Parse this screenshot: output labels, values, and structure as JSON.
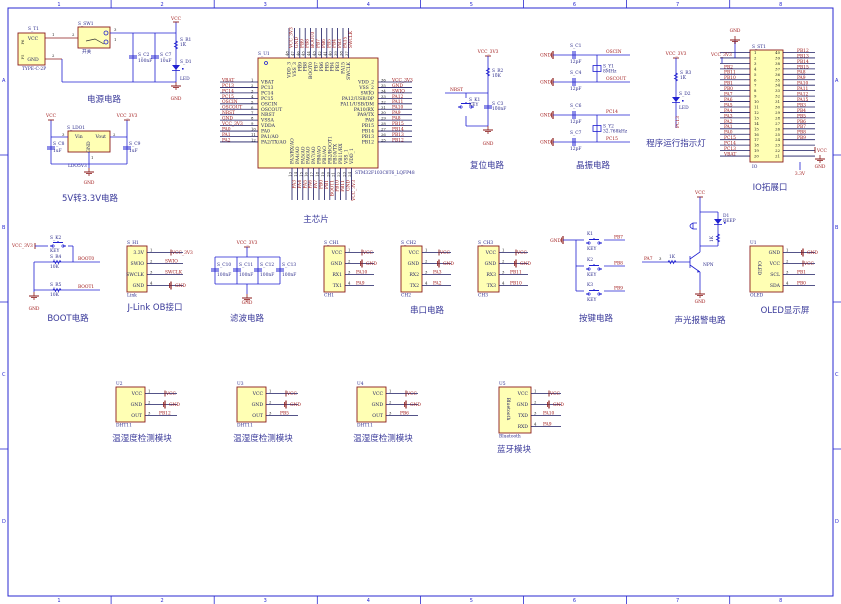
{
  "sheet": {
    "cols": [
      "1",
      "2",
      "3",
      "4",
      "5",
      "6",
      "7",
      "8"
    ],
    "rows": [
      "A",
      "B",
      "C",
      "D"
    ],
    "wire_color": "#1f1fd0",
    "part_color": "#8b1a1a",
    "part_fill": "#ffffb4",
    "net_color": "#a01818"
  },
  "power": {
    "title": "电源电路",
    "t1": {
      "ref": "S_T1",
      "part": "TYPE-C-2P",
      "pins": [
        "VCC",
        "GND"
      ],
      "side": [
        "P6",
        "P5"
      ],
      "nums": [
        "1",
        "2"
      ]
    },
    "sw1": {
      "ref": "S_SW1",
      "part": "开关",
      "nums": [
        "2",
        "3",
        "1"
      ]
    },
    "c2": {
      "ref": "S_C2",
      "value": "100nF"
    },
    "c7": {
      "ref": "S_C7",
      "value": "10uF"
    },
    "r1": {
      "ref": "S_R1",
      "value": "1K"
    },
    "d1": {
      "ref": "S_D1",
      "value": "LED"
    },
    "vcc": "VCC",
    "gnd": "GND"
  },
  "ldo": {
    "title": "5V转3.3V电路",
    "ref": "S_LDO1",
    "part": "LDO5V3",
    "pins": [
      "Vin",
      "Vout",
      "GND"
    ],
    "nums": [
      "3",
      "2",
      "1"
    ],
    "c8": {
      "ref": "S_C8",
      "value": "1uF"
    },
    "c9": {
      "ref": "S_C9",
      "value": "1uF"
    },
    "vin_net": "VCC",
    "vout_net": "VCC_3V3",
    "gnd": "GND"
  },
  "mcu": {
    "title": "主芯片",
    "ref": "S_U1",
    "part": "STM32F103C8T6_LQFP48",
    "left": [
      {
        "num": "1",
        "name": "VBAT",
        "net": "VBAT"
      },
      {
        "num": "2",
        "name": "PC13",
        "net": "PC13"
      },
      {
        "num": "3",
        "name": "PC14",
        "net": "PC14"
      },
      {
        "num": "4",
        "name": "PC15",
        "net": "PC15"
      },
      {
        "num": "5",
        "name": "OSCIN",
        "net": "OSCIN"
      },
      {
        "num": "6",
        "name": "OSCOUT",
        "net": "OSCOUT"
      },
      {
        "num": "7",
        "name": "NRST",
        "net": "NRST"
      },
      {
        "num": "8",
        "name": "VSSA",
        "net": "GND"
      },
      {
        "num": "9",
        "name": "VDDA",
        "net": "VCC_3V3"
      },
      {
        "num": "10",
        "name": "PA0",
        "net": "PA0"
      },
      {
        "num": "11",
        "name": "PA1/AO",
        "net": "PA1"
      },
      {
        "num": "12",
        "name": "PA2/TX/AO",
        "net": "PA2"
      }
    ],
    "right": [
      {
        "num": "36",
        "name": "VDD_2",
        "net": "VCC_3V3"
      },
      {
        "num": "35",
        "name": "VSS_2",
        "net": "GND"
      },
      {
        "num": "34",
        "name": "SWIO",
        "net": "SWIO"
      },
      {
        "num": "33",
        "name": "PA12/USB/DP",
        "net": "PA12"
      },
      {
        "num": "32",
        "name": "PA11/USB/DM",
        "net": "PA11"
      },
      {
        "num": "31",
        "name": "PA10/RX",
        "net": "PA10"
      },
      {
        "num": "30",
        "name": "PA9/TX",
        "net": "PA9"
      },
      {
        "num": "29",
        "name": "PA8",
        "net": "PA8"
      },
      {
        "num": "28",
        "name": "PB15",
        "net": "PB15"
      },
      {
        "num": "27",
        "name": "PB14",
        "net": "PB14"
      },
      {
        "num": "26",
        "name": "PB13",
        "net": "PB13"
      },
      {
        "num": "25",
        "name": "PB12",
        "net": "PB12"
      }
    ],
    "top": [
      {
        "num": "48",
        "name": "VDD_3",
        "net": "VCC_3V3"
      },
      {
        "num": "47",
        "name": "VSS_3",
        "net": "GND"
      },
      {
        "num": "46",
        "name": "PB9",
        "net": "PB9"
      },
      {
        "num": "45",
        "name": "PB8",
        "net": "PB8"
      },
      {
        "num": "44",
        "name": "BOOT0",
        "net": "BOOT0"
      },
      {
        "num": "43",
        "name": "PB7",
        "net": "PB7"
      },
      {
        "num": "42",
        "name": "PB6",
        "net": "PB6"
      },
      {
        "num": "41",
        "name": "PB5",
        "net": "PB5"
      },
      {
        "num": "40",
        "name": "PB4",
        "net": "PB4"
      },
      {
        "num": "39",
        "name": "PB3",
        "net": "PB3"
      },
      {
        "num": "38",
        "name": "PA15",
        "net": "PA15"
      },
      {
        "num": "37",
        "name": "SWCLK",
        "net": "SWCLK"
      }
    ],
    "bottom": [
      {
        "num": "13",
        "name": "PA3/RX/AO",
        "net": "PA3"
      },
      {
        "num": "14",
        "name": "PA4/AO",
        "net": "PA4"
      },
      {
        "num": "15",
        "name": "PA5/AO",
        "net": "PA5"
      },
      {
        "num": "16",
        "name": "PA6/AO",
        "net": "PA6"
      },
      {
        "num": "17",
        "name": "PA7/AO",
        "net": "PA7"
      },
      {
        "num": "18",
        "name": "PB0/AO",
        "net": "PB0"
      },
      {
        "num": "19",
        "name": "PB1/AO",
        "net": "PB1"
      },
      {
        "num": "20",
        "name": "PB2/BOOT1",
        "net": "BOOT1"
      },
      {
        "num": "21",
        "name": "PB10/TX",
        "net": "PB10"
      },
      {
        "num": "22",
        "name": "PB11/RX",
        "net": "PB11"
      },
      {
        "num": "23",
        "name": "VSS_1",
        "net": "GND"
      },
      {
        "num": "24",
        "name": "VDD_1",
        "net": "VCC_3V3"
      }
    ]
  },
  "reset": {
    "title": "复位电路",
    "vcc": "VCC_3V3",
    "gnd": "GND",
    "net": "NRST",
    "r2": {
      "ref": "S_R2",
      "value": "10K"
    },
    "k1": {
      "ref": "S_K1",
      "value": "KEY"
    },
    "c3": {
      "ref": "S_C3",
      "value": "100nF"
    }
  },
  "crystal": {
    "title": "晶振电路",
    "gnd": "GND",
    "caps": [
      {
        "ref": "S_C1",
        "value": "12pF",
        "net": "OSCIN"
      },
      {
        "ref": "S_C4",
        "value": "12pF",
        "net": "OSCOUT"
      },
      {
        "ref": "S_C6",
        "value": "12pF",
        "net": "PC14"
      },
      {
        "ref": "S_C7",
        "value": "12pF",
        "net": "PC15"
      }
    ],
    "y1": {
      "ref": "S_Y1",
      "value": "8MHz"
    },
    "y2": {
      "ref": "S_Y2",
      "value": "32.768kHz"
    }
  },
  "run_led": {
    "title": "程序运行指示灯",
    "vcc": "VCC_3V3",
    "r3": {
      "ref": "S_R3",
      "value": "1K"
    },
    "d2": {
      "ref": "S_D2",
      "value": "LED"
    },
    "net": "PC13"
  },
  "io": {
    "title": "IO拓展口",
    "ref": "S_ST1",
    "part": "IO",
    "gnd": "GND",
    "vcc3": "VCC_3V3",
    "vcc": "VCC",
    "v33": "3.3V",
    "left_nets": [
      "",
      "",
      "",
      "PB2",
      "PB11",
      "PB10",
      "PB1",
      "PB0",
      "PA7",
      "PA6",
      "PA5",
      "PA4",
      "PA3",
      "PA2",
      "PA1",
      "PA0",
      "PC15",
      "PC14",
      "PC13",
      "VBAT"
    ],
    "right_nets": [
      "PB12",
      "PB13",
      "PB14",
      "PB15",
      "PA8",
      "PA9",
      "PA10",
      "PA11",
      "PA12",
      "PA15",
      "PB3",
      "PB4",
      "PB5",
      "PB6",
      "PB7",
      "PB8",
      "PB9",
      "",
      "",
      ""
    ]
  },
  "boot": {
    "title": "BOOT电路",
    "vcc": "VCC_3V3",
    "gnd": "GND",
    "k2": {
      "ref": "S_K2",
      "value": "KEY"
    },
    "r4": {
      "ref": "S_R4",
      "value": "10K",
      "net": "BOOT0"
    },
    "r5": {
      "ref": "S_R5",
      "value": "10K",
      "net": "BOOT1"
    }
  },
  "jlink": {
    "title": "J-Link OB接口",
    "ref": "S_H1",
    "part": "Link",
    "pins": [
      {
        "num": "1",
        "name": "3.3V",
        "net": "VCC_3V3"
      },
      {
        "num": "2",
        "name": "SWIO",
        "net": "SWIO"
      },
      {
        "num": "3",
        "name": "SWCLK",
        "net": "SWCLK"
      },
      {
        "num": "4",
        "name": "GND",
        "net": "GND"
      }
    ]
  },
  "filter": {
    "title": "滤波电路",
    "vcc": "VCC_3V3",
    "gnd": "GND",
    "caps": [
      {
        "ref": "S_C10",
        "value": "100nF"
      },
      {
        "ref": "S_C11",
        "value": "100nF"
      },
      {
        "ref": "S_C12",
        "value": "100nF"
      },
      {
        "ref": "S_C13",
        "value": "100nF"
      }
    ]
  },
  "serial": {
    "title": "串口电路",
    "ports": [
      {
        "ref": "S_CH1",
        "part": "CH1",
        "pins": [
          {
            "num": "1",
            "name": "VCC",
            "net": "VCC"
          },
          {
            "num": "2",
            "name": "GND",
            "net": "GND"
          },
          {
            "num": "3",
            "name": "RX1",
            "net": "PA10"
          },
          {
            "num": "4",
            "name": "TX1",
            "net": "PA9"
          }
        ]
      },
      {
        "ref": "S_CH2",
        "part": "CH2",
        "pins": [
          {
            "num": "1",
            "name": "VCC",
            "net": "VCC"
          },
          {
            "num": "2",
            "name": "GND",
            "net": "GND"
          },
          {
            "num": "3",
            "name": "RX2",
            "net": "PA3"
          },
          {
            "num": "4",
            "name": "TX2",
            "net": "PA2"
          }
        ]
      },
      {
        "ref": "S_CH3",
        "part": "CH3",
        "pins": [
          {
            "num": "1",
            "name": "VCC",
            "net": "VCC"
          },
          {
            "num": "2",
            "name": "GND",
            "net": "GND"
          },
          {
            "num": "3",
            "name": "RX3",
            "net": "PB11"
          },
          {
            "num": "4",
            "name": "TX3",
            "net": "PB10"
          }
        ]
      }
    ]
  },
  "keys": {
    "title": "按键电路",
    "gnd": "GND",
    "items": [
      {
        "ref": "K1",
        "value": "KEY",
        "net": "PB7"
      },
      {
        "ref": "K2",
        "value": "KEY",
        "net": "PB8"
      },
      {
        "ref": "K3",
        "value": "KEY",
        "net": "PB9"
      }
    ]
  },
  "alarm": {
    "title": "声光报警电路",
    "vcc": "VCC",
    "gnd": "GND",
    "input": "PA7",
    "input_num": "3",
    "d1": {
      "ref": "D1",
      "value": "BEEP"
    },
    "r": {
      "value": "1K"
    },
    "rb": {
      "value": "1K"
    },
    "q": {
      "value": "NPN"
    }
  },
  "oled": {
    "title": "OLED显示屏",
    "ref": "U1",
    "part": "OLED",
    "inner": "OLED",
    "pins": [
      {
        "num": "1",
        "name": "GND",
        "net": "GND"
      },
      {
        "num": "2",
        "name": "VCC",
        "net": "VCC"
      },
      {
        "num": "3",
        "name": "SCL",
        "net": "PB1"
      },
      {
        "num": "4",
        "name": "SDA",
        "net": "PB0"
      }
    ]
  },
  "dht": [
    {
      "title": "温湿度检测模块",
      "ref": "U2",
      "part": "DHT11",
      "pins": [
        {
          "num": "1",
          "name": "VCC",
          "net": "VCC"
        },
        {
          "num": "2",
          "name": "GND",
          "net": "GND"
        },
        {
          "num": "3",
          "name": "OUT",
          "net": "PB12"
        }
      ]
    },
    {
      "title": "温湿度检测模块",
      "ref": "U3",
      "part": "DHT11",
      "pins": [
        {
          "num": "1",
          "name": "VCC",
          "net": "VCC"
        },
        {
          "num": "2",
          "name": "GND",
          "net": "GND"
        },
        {
          "num": "3",
          "name": "OUT",
          "net": "PB5"
        }
      ]
    },
    {
      "title": "温湿度检测模块",
      "ref": "U4",
      "part": "DHT11",
      "pins": [
        {
          "num": "1",
          "name": "VCC",
          "net": "VCC"
        },
        {
          "num": "2",
          "name": "GND",
          "net": "GND"
        },
        {
          "num": "3",
          "name": "OUT",
          "net": "PB6"
        }
      ]
    }
  ],
  "bluetooth": {
    "title": "蓝牙模块",
    "ref": "U5",
    "part": "Bluetooth",
    "inner": "Bluetooth",
    "pins": [
      {
        "num": "1",
        "name": "VCC",
        "net": "VCC"
      },
      {
        "num": "2",
        "name": "GND",
        "net": "GND"
      },
      {
        "num": "3",
        "name": "TXD",
        "net": "PA10"
      },
      {
        "num": "4",
        "name": "RXD",
        "net": "PA9"
      }
    ]
  }
}
